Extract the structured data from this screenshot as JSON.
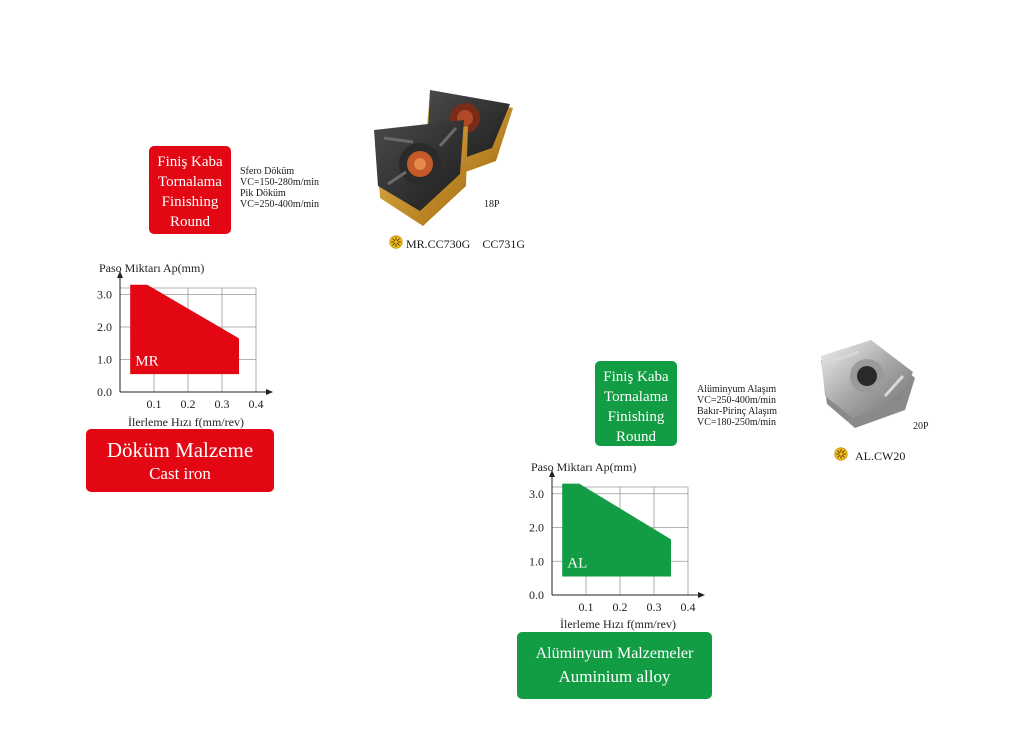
{
  "colors": {
    "red": "#e30613",
    "green": "#129d45",
    "grid": "#9a9a9a",
    "axis": "#222222"
  },
  "cast_iron": {
    "badge": {
      "lines": [
        "Finiş Kaba",
        "Tornalama",
        "Finishing",
        "Round"
      ]
    },
    "spec": [
      "Sfero Döküm",
      "VC=150-280m/min",
      "Pik Döküm",
      "VC=250-400m/min"
    ],
    "code": "18P",
    "grades": [
      {
        "icon": "gear-star-icon",
        "name": "MR.CC730G"
      },
      {
        "icon": "",
        "name": "CC731G"
      }
    ],
    "material": {
      "tr": "Döküm Malzeme",
      "en": "Cast iron"
    }
  },
  "aluminium": {
    "badge": {
      "lines": [
        "Finiş Kaba",
        "Tornalama",
        "Finishing",
        "Round"
      ]
    },
    "spec": [
      "Alüminyum Alaşım",
      "VC=250-400m/min",
      "Bakır-Pirinç Alaşım",
      "VC=180-250m/min"
    ],
    "code": "20P",
    "grades": [
      {
        "icon": "gear-star-icon",
        "name": "AL.CW20"
      }
    ],
    "material": {
      "tr": "Alüminyum Malzemeler",
      "en": "Auminium alloy"
    }
  },
  "chart_data": [
    {
      "type": "area",
      "ylabel": "Paso Miktarı Ap(mm)",
      "xlabel": "İlerleme Hızı f(mm/rev)",
      "x_ticks": [
        "0.1",
        "0.2",
        "0.3",
        "0.4"
      ],
      "y_ticks": [
        "0.0",
        "1.0",
        "2.0",
        "3.0"
      ],
      "xlim": [
        0,
        0.4
      ],
      "ylim": [
        0,
        3.2
      ],
      "region_label": "MR",
      "region": [
        [
          0.03,
          0.55
        ],
        [
          0.03,
          3.3
        ],
        [
          0.08,
          3.3
        ],
        [
          0.35,
          1.65
        ],
        [
          0.35,
          0.55
        ]
      ],
      "fill": "#e30613",
      "grid": true
    },
    {
      "type": "area",
      "ylabel": "Paso Miktarı Ap(mm)",
      "xlabel": "İlerleme Hızı f(mm/rev)",
      "x_ticks": [
        "0.1",
        "0.2",
        "0.3",
        "0.4"
      ],
      "y_ticks": [
        "0.0",
        "1.0",
        "2.0",
        "3.0"
      ],
      "xlim": [
        0,
        0.4
      ],
      "ylim": [
        0,
        3.2
      ],
      "region_label": "AL",
      "region": [
        [
          0.03,
          0.55
        ],
        [
          0.03,
          3.3
        ],
        [
          0.08,
          3.3
        ],
        [
          0.35,
          1.65
        ],
        [
          0.35,
          0.55
        ]
      ],
      "fill": "#129d45",
      "grid": true
    }
  ]
}
